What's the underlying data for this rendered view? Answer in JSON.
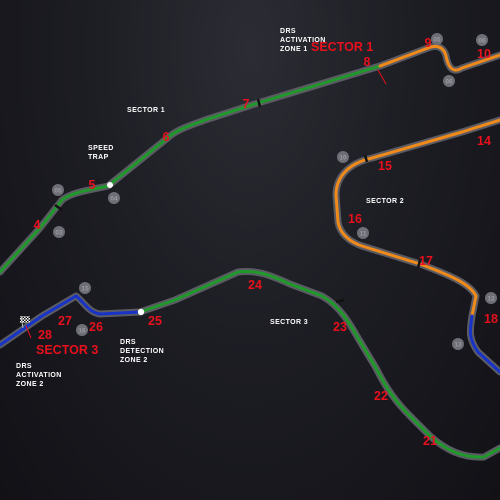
{
  "colors": {
    "background": "#1d1d24",
    "track_base": "#5b5b63",
    "sector_1": "#1f9a2a",
    "sector_2": "#f08a1a",
    "sector_3": "#1f9a2a",
    "drs": "#1834c8",
    "turn_number": "#e8101c",
    "text": "#ffffff",
    "marker": "#6e6e76"
  },
  "turns": [
    "4",
    "5",
    "6",
    "7",
    "8",
    "9",
    "10",
    "14",
    "15",
    "16",
    "17",
    "18",
    "21",
    "22",
    "23",
    "24",
    "25",
    "26",
    "27",
    "28"
  ],
  "marker_numbers": [
    "03",
    "04",
    "05",
    "06",
    "05",
    "06",
    "10",
    "11",
    "12",
    "13",
    "15",
    "16"
  ],
  "sector_labels": [
    "SECTOR 1",
    "SECTOR 2",
    "SECTOR 3"
  ],
  "sector_headlines": [
    "SECTOR 1",
    "SECTOR 3"
  ],
  "drs_zone_1": [
    "DRS",
    "ACTIVATION",
    "ZONE 1"
  ],
  "drs_zone_2": [
    "DRS",
    "ACTIVATION",
    "ZONE 2"
  ],
  "drs_detection": [
    "DRS",
    "DETECTION",
    "ZONE 2"
  ],
  "speed_trap": [
    "SPEED",
    "TRAP"
  ],
  "icons": [
    "chequered-flag-icon",
    "speed-trap-dot-icon",
    "detection-dot-icon"
  ]
}
